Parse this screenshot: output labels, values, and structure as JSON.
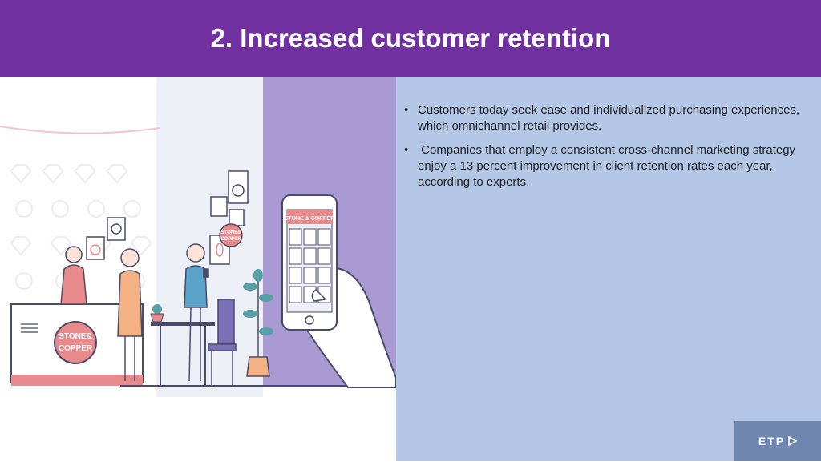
{
  "header": {
    "title": "2. Increased customer retention"
  },
  "content": {
    "bullets": [
      "Customers today seek ease and individualized purchasing experiences, which omnichannel retail provides.",
      " Companies that employ a consistent cross-channel marketing strategy enjoy a 13 percent improvement in client retention rates each year, according to experts."
    ],
    "bullet_glyph": "•"
  },
  "illustration": {
    "counter_sign_line1": "STONE&",
    "counter_sign_line2": "COPPER",
    "phone_header": "STONE & COPPER",
    "wall_sign_line1": "STONE&",
    "wall_sign_line2": "COPPER"
  },
  "footer": {
    "logo_text": "ETP",
    "logo_icon": "play-triangle-icon"
  },
  "colors": {
    "title_bar": "#7030a0",
    "text_panel": "#b4c7e7",
    "accent_pink": "#e88a8c",
    "accent_purple": "#a99ad4",
    "logo_bg": "#6f86b0"
  }
}
